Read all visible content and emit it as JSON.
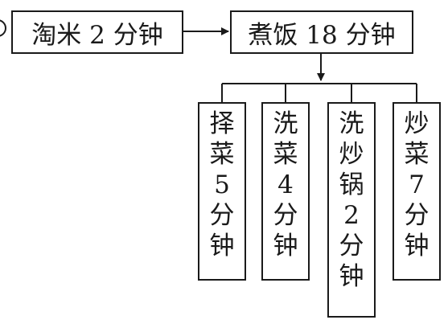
{
  "top_row": [
    {
      "label": "淘米 2 分钟"
    },
    {
      "label": "煮饭 18 分钟"
    }
  ],
  "columns": [
    {
      "chars": [
        "择",
        "菜",
        "5",
        "分",
        "钟"
      ]
    },
    {
      "chars": [
        "洗",
        "菜",
        "4",
        "分",
        "钟"
      ]
    },
    {
      "chars": [
        "洗",
        "炒",
        "锅",
        "2",
        "分",
        "钟"
      ]
    },
    {
      "chars": [
        "炒",
        "菜",
        "7",
        "分",
        "钟"
      ]
    }
  ],
  "colors": {
    "stroke": "#1a1a1a",
    "background": "#ffffff"
  }
}
